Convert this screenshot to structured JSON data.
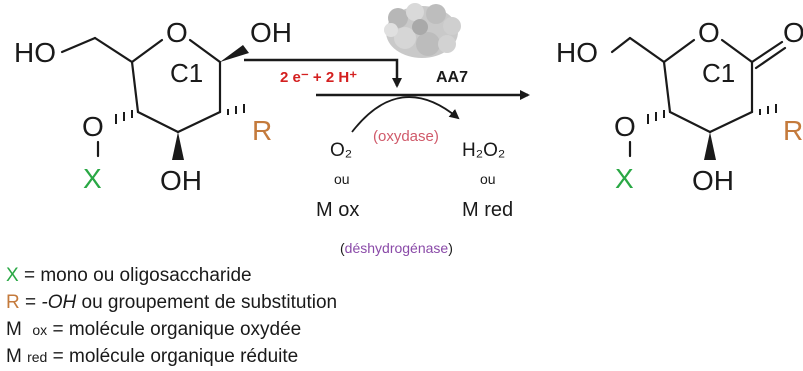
{
  "colors": {
    "x_green": "#2aa845",
    "r_orange": "#c47a3c",
    "red_text": "#d42020",
    "oxydase_pink": "#d05a6a",
    "violet": "#8a4aa8",
    "black": "#1a1a1a"
  },
  "reactant": {
    "ho": "HO",
    "o_ring": "O",
    "oh_top": "OH",
    "c1": "C1",
    "o_left": "O",
    "dash": "-",
    "x": "X",
    "oh_bottom": "OH",
    "r": "R"
  },
  "reaction": {
    "electrons": "2 e⁻ + 2 H⁺",
    "enzyme": "AA7",
    "o2": "O₂",
    "oxydase": "(oxydase)",
    "h2o2": "H₂O₂",
    "ou_left": "ou",
    "ou_right": "ou",
    "m_ox": "M ox",
    "m_red": "M red",
    "deshydrogenase_open": "(",
    "deshydrogenase_word": "déshydrogénase",
    "deshydrogenase_close": ")"
  },
  "product": {
    "ho": "HO",
    "o_ring": "O",
    "o_carbonyl": "O",
    "c1": "C1",
    "o_left": "O",
    "dash": "-",
    "x": "X",
    "oh_bottom": "OH",
    "r": "R"
  },
  "legend": [
    {
      "symbol": "X",
      "symbol_suffix": "",
      "text_plain": " = mono ou oligosaccharide",
      "text_italic": "",
      "text_after": ""
    },
    {
      "symbol": "R",
      "symbol_suffix": "",
      "text_plain": " = ",
      "text_italic": "-OH",
      "text_after": " ou groupement de substitution"
    },
    {
      "symbol": "M",
      "symbol_suffix": "ox",
      "text_plain": " = molécule organique oxydée",
      "text_italic": "",
      "text_after": ""
    },
    {
      "symbol": "M",
      "symbol_suffix": "red",
      "text_plain": " = molécule organique réduite",
      "text_italic": "",
      "text_after": ""
    }
  ]
}
